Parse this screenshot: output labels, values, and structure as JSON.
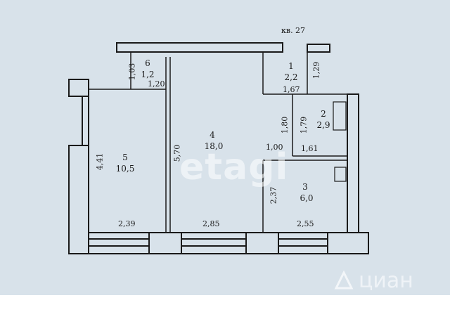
{
  "apartment_label": "кв. 27",
  "rooms": [
    {
      "number": "1",
      "area": "2,2"
    },
    {
      "number": "2",
      "area": "2,9"
    },
    {
      "number": "3",
      "area": "6,0"
    },
    {
      "number": "4",
      "area": "18,0"
    },
    {
      "number": "5",
      "area": "10,5"
    },
    {
      "number": "6",
      "area": "1,2"
    }
  ],
  "dimensions": {
    "r6_height": "1,03",
    "r6_width": "1,20",
    "r1_height": "1,29",
    "r1_width": "1,67",
    "r2_height": "1,79",
    "r2_width": "1,61",
    "corridor_height": "1,80",
    "corridor_width": "1,00",
    "r4_height": "5,70",
    "r5_height": "4,41",
    "r3_height": "2,37",
    "bottom_left": "2,39",
    "bottom_mid": "2,85",
    "bottom_right": "2,55"
  },
  "watermarks": {
    "primary": "etagi",
    "secondary": "циан"
  },
  "colors": {
    "paper": "#d8e2ea",
    "wall": "#1a1a1a"
  }
}
